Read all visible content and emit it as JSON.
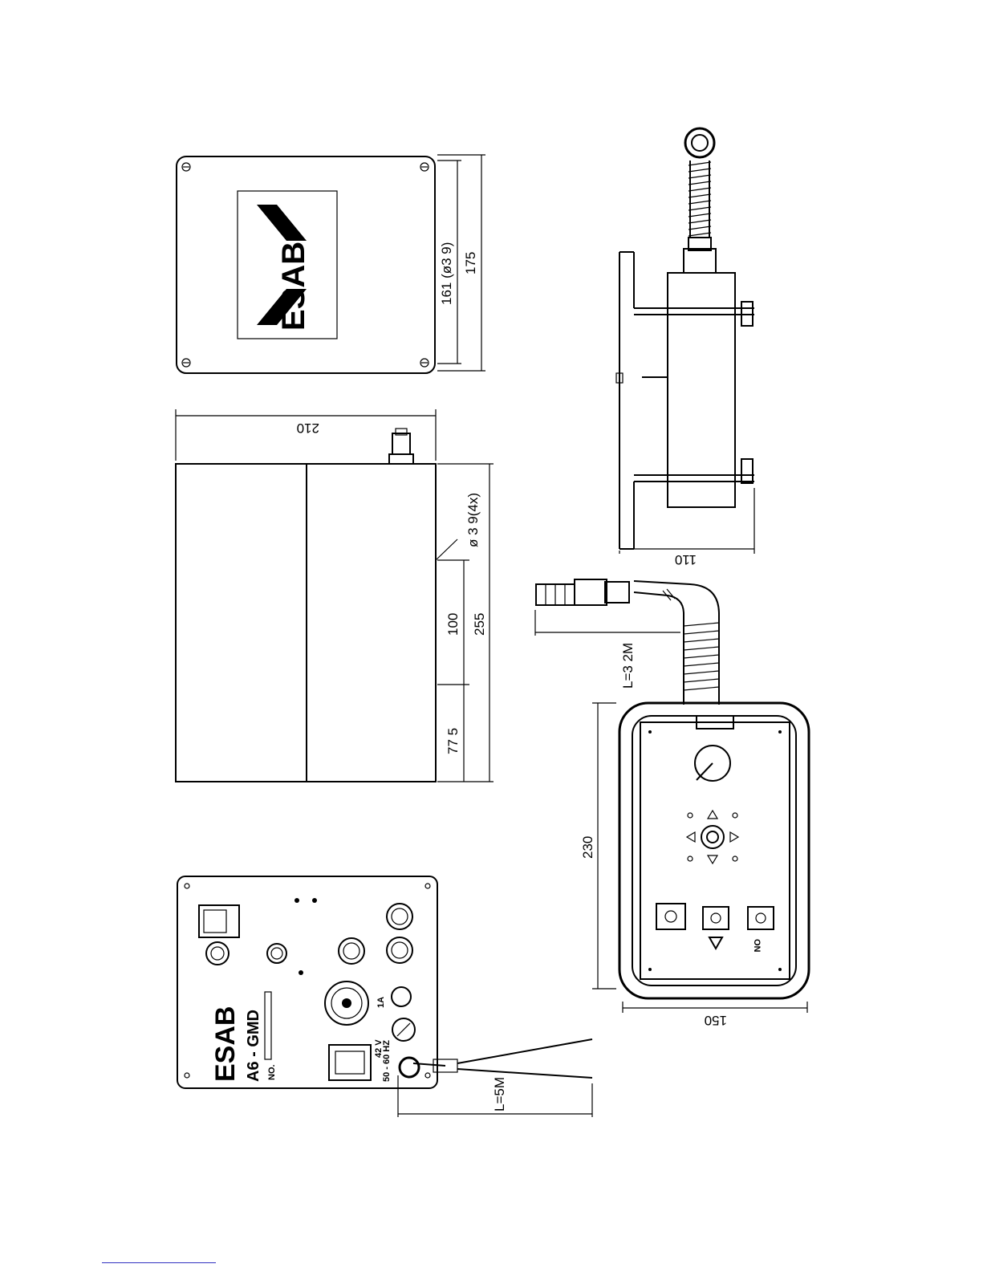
{
  "dimensions": {
    "top_w161": "161 (ø3 9)",
    "top_w175": "175",
    "side_h210": "210",
    "side_hole": "ø 3 9(4x)",
    "side_100": "100",
    "side_255": "255",
    "side_775": "77 5",
    "right_110": "110",
    "pendant_230": "230",
    "pendant_150": "150",
    "cable_pendant": "L=3 2M",
    "cable_power": "L=5M"
  },
  "labels": {
    "logo_top": "ESAB",
    "logo_front": "ESAB",
    "model": "A6 - GMD",
    "number": "NO.",
    "voltage": "42 V",
    "freq": "50 - 60 HZ",
    "fuse": "1A",
    "btn_on": "ON"
  },
  "colors": {
    "ink": "#000000",
    "footer_rule": "#3030c0"
  }
}
